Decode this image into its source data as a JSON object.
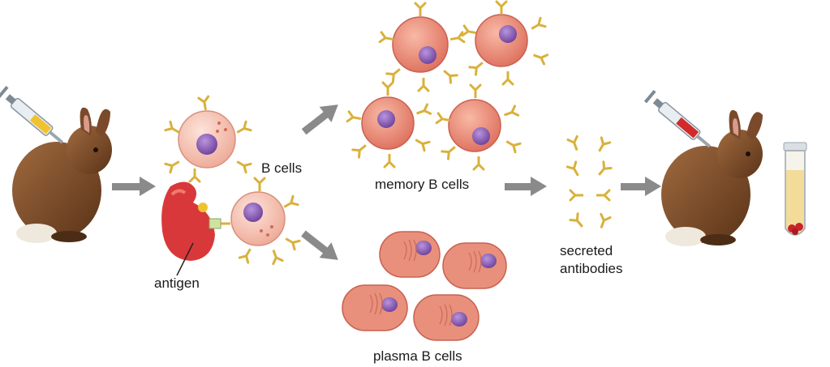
{
  "labels": {
    "b_cells": "B cells",
    "antigen": "antigen",
    "memory_b_cells": "memory B cells",
    "plasma_b_cells": "plasma B cells",
    "secreted_line1": "secreted",
    "secreted_line2": "antibodies"
  },
  "colors": {
    "arrow": "#8a8a8a",
    "antibody": "#d9b13b",
    "b_cell_fill": "#f6c9bd",
    "memory_cell_fill": "#ec8c7a",
    "plasma_cell_fill": "#e8907c",
    "nucleus": "#8a5fb0",
    "antigen": "#d9383a",
    "rabbit": "#7a4a2a",
    "serum": "#f3dc9a"
  },
  "icons": [
    "rabbit-icon",
    "syringe-icon",
    "antigen-icon",
    "b-cell-icon",
    "memory-b-cell-icon",
    "plasma-b-cell-icon",
    "antibody-icon",
    "test-tube-icon",
    "arrow-icon"
  ]
}
